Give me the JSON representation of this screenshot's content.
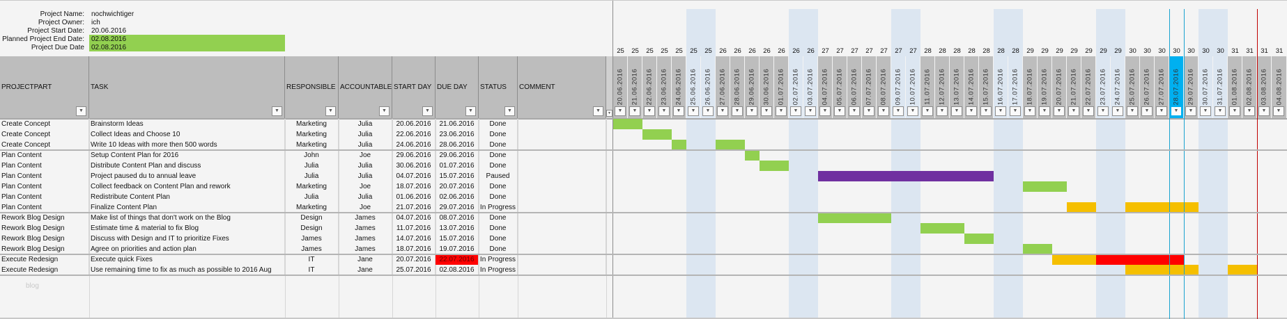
{
  "project": {
    "labels": [
      "Project Name:",
      "Project Owner:",
      "Project Start Date:",
      "Planned Project End Date:",
      "Project Due Date"
    ],
    "values": [
      "nochwichtiger",
      "ich",
      "20.06.2016",
      "02.08.2016",
      "02.08.2016"
    ]
  },
  "columns": [
    "PROJECTPART",
    "TASK",
    "RESPONSIBLE",
    "ACCOUNTABLE",
    "START DAY",
    "DUE DAY",
    "STATUS",
    "COMMENT"
  ],
  "colors": {
    "done": "#92d050",
    "paused": "#7030a0",
    "in_progress": "#f5bf00",
    "overdue": "#ff0000",
    "weekend": "#dce6f1",
    "header": "#bdbdbd",
    "today": "#00b0f0",
    "due_line": "#c00000"
  },
  "timeline": {
    "dates": [
      "20.06.2016",
      "21.06.2016",
      "22.06.2016",
      "23.06.2016",
      "24.06.2016",
      "25.06.2016",
      "26.06.2016",
      "27.06.2016",
      "28.06.2016",
      "29.06.2016",
      "30.06.2016",
      "01.07.2016",
      "02.07.2016",
      "03.07.2016",
      "04.07.2016",
      "05.07.2016",
      "06.07.2016",
      "07.07.2016",
      "08.07.2016",
      "09.07.2016",
      "10.07.2016",
      "11.07.2016",
      "12.07.2016",
      "13.07.2016",
      "14.07.2016",
      "15.07.2016",
      "16.07.2016",
      "17.07.2016",
      "18.07.2016",
      "19.07.2016",
      "20.07.2016",
      "21.07.2016",
      "22.07.2016",
      "23.07.2016",
      "24.07.2016",
      "25.07.2016",
      "26.07.2016",
      "27.07.2016",
      "28.07.2016",
      "29.07.2016",
      "30.07.2016",
      "31.07.2016",
      "01.08.2016",
      "02.08.2016",
      "03.08.2016",
      "04.08.2016"
    ],
    "weeks": [
      "25",
      "25",
      "25",
      "25",
      "25",
      "25",
      "25",
      "26",
      "26",
      "26",
      "26",
      "26",
      "26",
      "26",
      "27",
      "27",
      "27",
      "27",
      "27",
      "27",
      "27",
      "28",
      "28",
      "28",
      "28",
      "28",
      "28",
      "28",
      "29",
      "29",
      "29",
      "29",
      "29",
      "29",
      "29",
      "30",
      "30",
      "30",
      "30",
      "30",
      "30",
      "30",
      "31",
      "31",
      "31",
      "31"
    ],
    "weekends": [
      "25.06.2016",
      "26.06.2016",
      "02.07.2016",
      "03.07.2016",
      "09.07.2016",
      "10.07.2016",
      "16.07.2016",
      "17.07.2016",
      "23.07.2016",
      "24.07.2016",
      "30.07.2016",
      "31.07.2016"
    ],
    "today": "28.07.2016",
    "due_date": "02.08.2016"
  },
  "tasks": [
    {
      "part": "Create Concept",
      "task": "Brainstorm Ideas",
      "responsible": "Marketing",
      "accountable": "Julia",
      "start": "20.06.2016",
      "due": "21.06.2016",
      "status": "Done",
      "comment": "",
      "bars": [
        [
          "20.06.2016",
          "21.06.2016",
          "done"
        ]
      ]
    },
    {
      "part": "Create Concept",
      "task": "Collect Ideas and Choose 10",
      "responsible": "Marketing",
      "accountable": "Julia",
      "start": "22.06.2016",
      "due": "23.06.2016",
      "status": "Done",
      "comment": "",
      "bars": [
        [
          "22.06.2016",
          "23.06.2016",
          "done"
        ]
      ]
    },
    {
      "part": "Create Concept",
      "task": "Write 10 Ideas with more then 500 words",
      "responsible": "Marketing",
      "accountable": "Julia",
      "start": "24.06.2016",
      "due": "28.06.2016",
      "status": "Done",
      "comment": "",
      "bars": [
        [
          "24.06.2016",
          "24.06.2016",
          "done"
        ],
        [
          "27.06.2016",
          "28.06.2016",
          "done"
        ]
      ],
      "group_end": true
    },
    {
      "part": "Plan Content",
      "task": "Setup Content Plan for 2016",
      "responsible": "John",
      "accountable": "Joe",
      "start": "29.06.2016",
      "due": "29.06.2016",
      "status": "Done",
      "comment": "",
      "bars": [
        [
          "29.06.2016",
          "29.06.2016",
          "done"
        ]
      ]
    },
    {
      "part": "Plan Content",
      "task": "Distribute Content Plan and discuss",
      "responsible": "Julia",
      "accountable": "Julia",
      "start": "30.06.2016",
      "due": "01.07.2016",
      "status": "Done",
      "comment": "",
      "bars": [
        [
          "30.06.2016",
          "01.07.2016",
          "done"
        ]
      ]
    },
    {
      "part": "Plan Content",
      "task": "Project paused du to annual leave",
      "responsible": "Julia",
      "accountable": "Julia",
      "start": "04.07.2016",
      "due": "15.07.2016",
      "status": "Paused",
      "comment": "",
      "bars": [
        [
          "04.07.2016",
          "15.07.2016",
          "paused"
        ]
      ]
    },
    {
      "part": "Plan Content",
      "task": "Collect feedback on Content Plan and rework",
      "responsible": "Marketing",
      "accountable": "Joe",
      "start": "18.07.2016",
      "due": "20.07.2016",
      "status": "Done",
      "comment": "",
      "bars": [
        [
          "18.07.2016",
          "20.07.2016",
          "done"
        ]
      ]
    },
    {
      "part": "Plan Content",
      "task": "Redistribute Content Plan",
      "responsible": "Julia",
      "accountable": "Julia",
      "start": "01.06.2016",
      "due": "02.06.2016",
      "status": "Done",
      "comment": "",
      "bars": []
    },
    {
      "part": "Plan Content",
      "task": "Finalize Content Plan",
      "responsible": "Marketing",
      "accountable": "Joe",
      "start": "21.07.2016",
      "due": "29.07.2016",
      "status": "In Progress",
      "comment": "",
      "bars": [
        [
          "21.07.2016",
          "22.07.2016",
          "in_progress"
        ],
        [
          "25.07.2016",
          "29.07.2016",
          "in_progress"
        ]
      ],
      "group_end": true
    },
    {
      "part": "Rework Blog Design",
      "task": "Make list of things that don't work on the Blog",
      "responsible": "Design",
      "accountable": "James",
      "start": "04.07.2016",
      "due": "08.07.2016",
      "status": "Done",
      "comment": "",
      "bars": [
        [
          "04.07.2016",
          "08.07.2016",
          "done"
        ]
      ]
    },
    {
      "part": "Rework Blog Design",
      "task": "Estimate time & material to fix Blog",
      "responsible": "Design",
      "accountable": "James",
      "start": "11.07.2016",
      "due": "13.07.2016",
      "status": "Done",
      "comment": "",
      "bars": [
        [
          "11.07.2016",
          "13.07.2016",
          "done"
        ]
      ]
    },
    {
      "part": "Rework Blog Design",
      "task": "Discuss with Design and IT to prioritize Fixes",
      "responsible": "James",
      "accountable": "James",
      "start": "14.07.2016",
      "due": "15.07.2016",
      "status": "Done",
      "comment": "",
      "bars": [
        [
          "14.07.2016",
          "15.07.2016",
          "done"
        ]
      ]
    },
    {
      "part": "Rework Blog Design",
      "task": "Agree on priorities and action plan",
      "responsible": "James",
      "accountable": "James",
      "start": "18.07.2016",
      "due": "19.07.2016",
      "status": "Done",
      "comment": "",
      "bars": [
        [
          "18.07.2016",
          "19.07.2016",
          "done"
        ]
      ],
      "group_end": true
    },
    {
      "part": "Execute Redesign",
      "task": "Execute quick Fixes",
      "responsible": "IT",
      "accountable": "Jane",
      "start": "20.07.2016",
      "due": "22.07.2016",
      "status": "In Progress",
      "comment": "",
      "due_overdue": true,
      "bars": [
        [
          "20.07.2016",
          "22.07.2016",
          "in_progress"
        ],
        [
          "23.07.2016",
          "28.07.2016",
          "overdue"
        ]
      ]
    },
    {
      "part": "Execute Redesign",
      "task": "Use remaining time to fix as much as possible to 2016 Aug",
      "responsible": "IT",
      "accountable": "Jane",
      "start": "25.07.2016",
      "due": "02.08.2016",
      "status": "In Progress",
      "comment": "",
      "bars": [
        [
          "25.07.2016",
          "29.07.2016",
          "in_progress"
        ],
        [
          "01.08.2016",
          "02.08.2016",
          "in_progress"
        ]
      ],
      "group_end": true
    }
  ],
  "watermark": "blog"
}
